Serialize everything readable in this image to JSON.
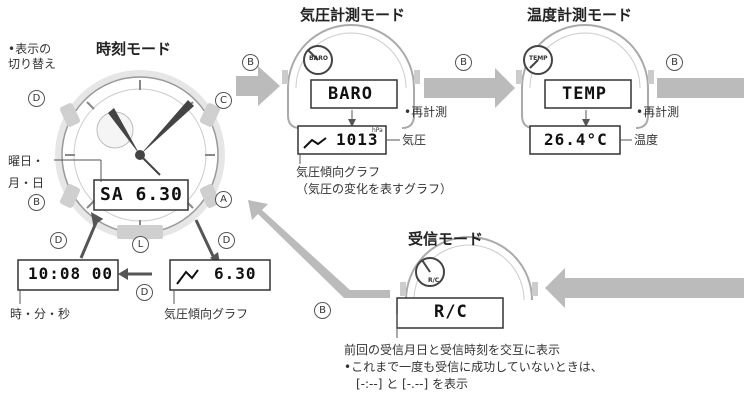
{
  "titles": {
    "time_mode": "時刻モード",
    "baro_mode": "気圧計測モード",
    "temp_mode": "温度計測モード",
    "receive_mode": "受信モード"
  },
  "labels": {
    "display_switch": "•表示の\n切り替え",
    "weekday_month_day": "曜日・\n月・日",
    "pressure": "気圧",
    "pressure_graph_note": "気圧傾向グラフ\n（気圧の変化を表すグラフ）",
    "remeasure": "•再計測",
    "temperature": "温度",
    "hms": "時・分・秒",
    "pressure_graph": "気圧傾向グラフ",
    "receive_note": "前回の受信月日と受信時刻を交互に表示\n•これまで一度も受信に成功していないときは、\n　[-:--] と [-.--] を表示"
  },
  "buttons": {
    "A": "A",
    "B": "B",
    "C": "C",
    "D": "D",
    "L": "L"
  },
  "lcd": {
    "time_mode": "SA 6.30",
    "baro": "BARO",
    "baro_value": "1013",
    "baro_unit": "hPa",
    "temp": "TEMP",
    "temp_value": "26.4°C",
    "clock": "10:08 00",
    "graph_date": "6.30",
    "rc": "R/C"
  },
  "dial_labels": {
    "baro": "BARO",
    "temp": "TEMP",
    "rc": "R/C"
  },
  "colors": {
    "arrow": "#bbbbbb",
    "line": "#555555",
    "bezel": "#cfcfcf"
  }
}
